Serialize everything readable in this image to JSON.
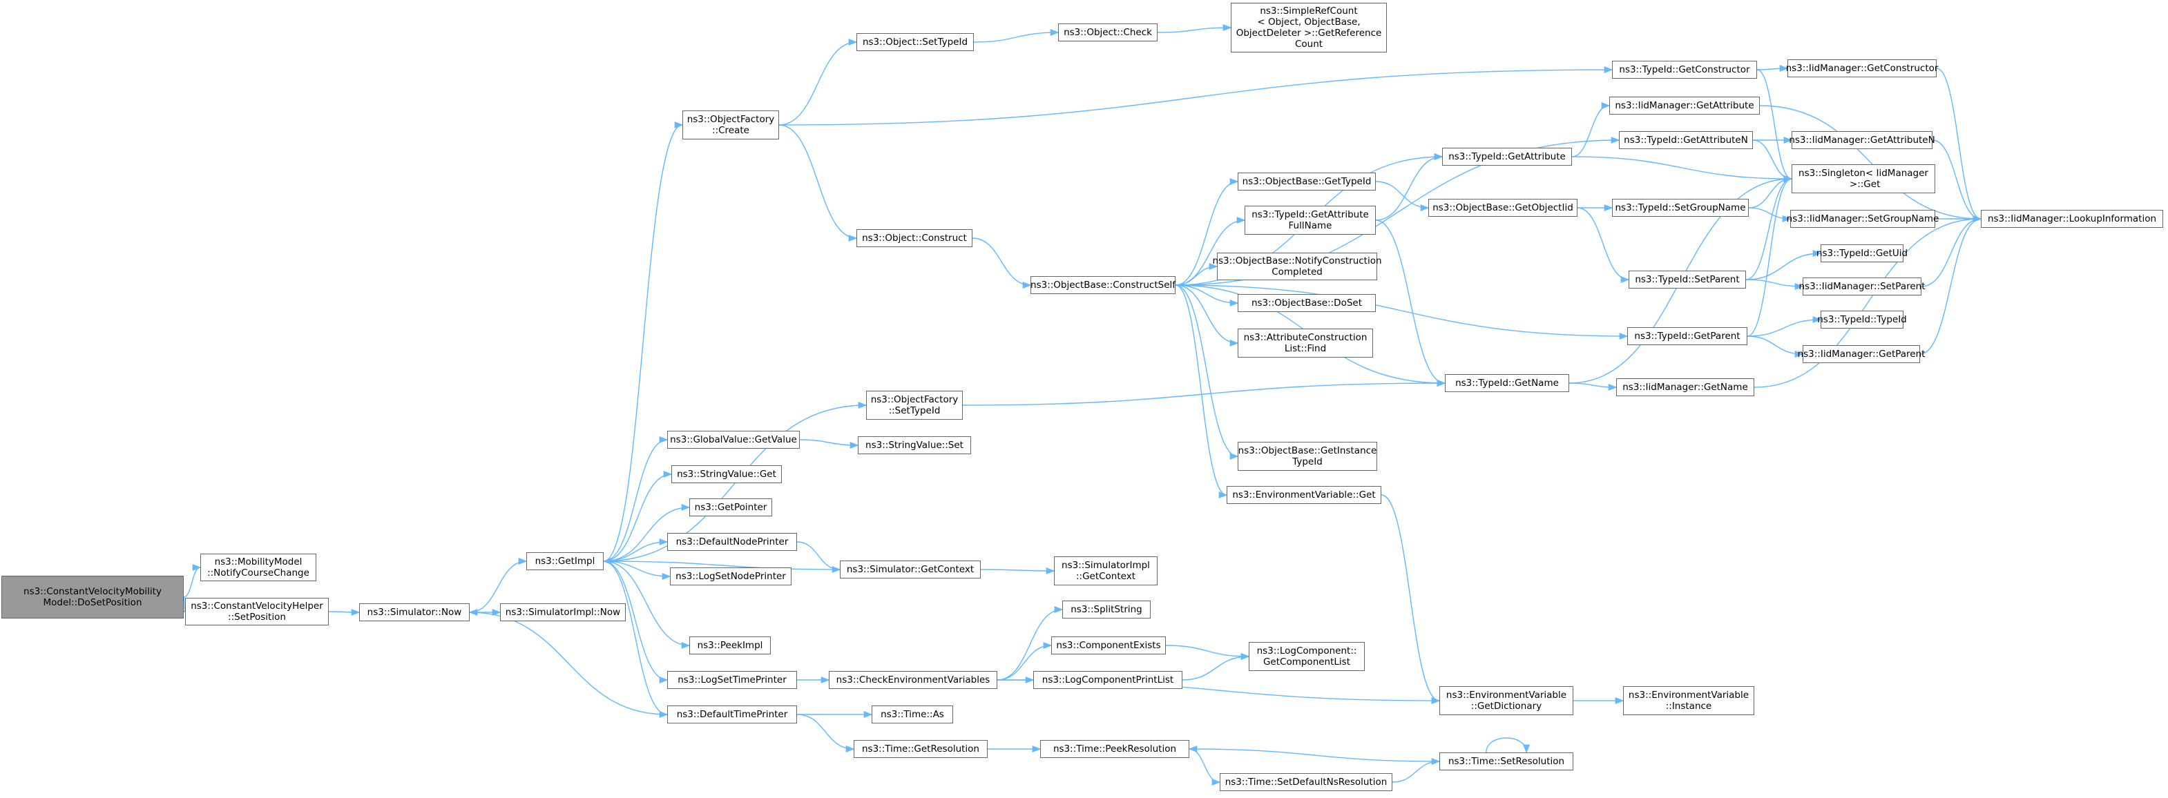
{
  "colors": {
    "edge": "#63b8ff",
    "node_border": "#666666",
    "root_fill": "#999999"
  },
  "nodes": [
    {
      "id": "root",
      "label": "ns3::ConstantVelocityMobility\nModel::DoSetPosition",
      "root": true
    },
    {
      "id": "mmncc",
      "label": "ns3::MobilityModel\n::NotifyCourseChange"
    },
    {
      "id": "cvhsp",
      "label": "ns3::ConstantVelocityHelper\n::SetPosition"
    },
    {
      "id": "simnow",
      "label": "ns3::Simulator::Now"
    },
    {
      "id": "simimplnow",
      "label": "ns3::SimulatorImpl::Now"
    },
    {
      "id": "getimpl",
      "label": "ns3::GetImpl"
    },
    {
      "id": "ofcreate",
      "label": "ns3::ObjectFactory\n::Create"
    },
    {
      "id": "objsettypeid",
      "label": "ns3::Object::SetTypeId"
    },
    {
      "id": "objcheck",
      "label": "ns3::Object::Check"
    },
    {
      "id": "srcref",
      "label": "ns3::SimpleRefCount\n< Object, ObjectBase,\nObjectDeleter >::GetReference\nCount"
    },
    {
      "id": "objconstruct",
      "label": "ns3::Object::Construct"
    },
    {
      "id": "obconstructself",
      "label": "ns3::ObjectBase::ConstructSelf"
    },
    {
      "id": "obgettypeid",
      "label": "ns3::ObjectBase::GetTypeId"
    },
    {
      "id": "tidgetattrfull",
      "label": "ns3::TypeId::GetAttribute\nFullName"
    },
    {
      "id": "obnotify",
      "label": "ns3::ObjectBase::NotifyConstruction\nCompleted"
    },
    {
      "id": "obdoset",
      "label": "ns3::ObjectBase::DoSet"
    },
    {
      "id": "aclfind",
      "label": "ns3::AttributeConstruction\nList::Find"
    },
    {
      "id": "obgetinst",
      "label": "ns3::ObjectBase::GetInstance\nTypeId"
    },
    {
      "id": "envget",
      "label": "ns3::EnvironmentVariable::Get"
    },
    {
      "id": "tidgetconstructor",
      "label": "ns3::TypeId::GetConstructor"
    },
    {
      "id": "iidgetconstructor",
      "label": "ns3::IidManager::GetConstructor"
    },
    {
      "id": "iidgetattr",
      "label": "ns3::IidManager::GetAttribute"
    },
    {
      "id": "tidgetattrn",
      "label": "ns3::TypeId::GetAttributeN"
    },
    {
      "id": "iidgetattrn",
      "label": "ns3::IidManager::GetAttributeN"
    },
    {
      "id": "tidgetattr",
      "label": "ns3::TypeId::GetAttribute"
    },
    {
      "id": "singleton",
      "label": "ns3::Singleton< IidManager\n >::Get"
    },
    {
      "id": "obgetobjectiid",
      "label": "ns3::ObjectBase::GetObjectIid"
    },
    {
      "id": "tidsetgroup",
      "label": "ns3::TypeId::SetGroupName"
    },
    {
      "id": "iidsetgroup",
      "label": "ns3::IidManager::SetGroupName"
    },
    {
      "id": "iidlookup",
      "label": "ns3::IidManager::LookupInformation"
    },
    {
      "id": "tidgetuid",
      "label": "ns3::TypeId::GetUid"
    },
    {
      "id": "tidsetparent",
      "label": "ns3::TypeId::SetParent"
    },
    {
      "id": "iidsetparent",
      "label": "ns3::IidManager::SetParent"
    },
    {
      "id": "tidtypeid",
      "label": "ns3::TypeId::TypeId"
    },
    {
      "id": "tidgetparent",
      "label": "ns3::TypeId::GetParent"
    },
    {
      "id": "iidgetparent",
      "label": "ns3::IidManager::GetParent"
    },
    {
      "id": "tidgetname",
      "label": "ns3::TypeId::GetName"
    },
    {
      "id": "iidgetname",
      "label": "ns3::IidManager::GetName"
    },
    {
      "id": "ofsettypeid",
      "label": "ns3::ObjectFactory\n::SetTypeId"
    },
    {
      "id": "gvgetvalue",
      "label": "ns3::GlobalValue::GetValue"
    },
    {
      "id": "svset",
      "label": "ns3::StringValue::Set"
    },
    {
      "id": "svget",
      "label": "ns3::StringValue::Get"
    },
    {
      "id": "getpointer",
      "label": "ns3::GetPointer"
    },
    {
      "id": "defnodeprinter",
      "label": "ns3::DefaultNodePrinter"
    },
    {
      "id": "logsetnodeprinter",
      "label": "ns3::LogSetNodePrinter"
    },
    {
      "id": "simgetcontext",
      "label": "ns3::Simulator::GetContext"
    },
    {
      "id": "simimplgetcontext",
      "label": "ns3::SimulatorImpl\n::GetContext"
    },
    {
      "id": "peekimpl",
      "label": "ns3::PeekImpl"
    },
    {
      "id": "logsettimeprinter",
      "label": "ns3::LogSetTimePrinter"
    },
    {
      "id": "checkenv",
      "label": "ns3::CheckEnvironmentVariables"
    },
    {
      "id": "splitstring",
      "label": "ns3::SplitString"
    },
    {
      "id": "compexists",
      "label": "ns3::ComponentExists"
    },
    {
      "id": "logcomplist",
      "label": "ns3::LogComponent::\nGetComponentList"
    },
    {
      "id": "logcompprintlist",
      "label": "ns3::LogComponentPrintList"
    },
    {
      "id": "envgetdict",
      "label": "ns3::EnvironmentVariable\n::GetDictionary"
    },
    {
      "id": "envinstance",
      "label": "ns3::EnvironmentVariable\n::Instance"
    },
    {
      "id": "deftimeprinter",
      "label": "ns3::DefaultTimePrinter"
    },
    {
      "id": "timeas",
      "label": "ns3::Time::As"
    },
    {
      "id": "timegetres",
      "label": "ns3::Time::GetResolution"
    },
    {
      "id": "timepeekres",
      "label": "ns3::Time::PeekResolution"
    },
    {
      "id": "timesetres",
      "label": "ns3::Time::SetResolution"
    },
    {
      "id": "timesetdefns",
      "label": "ns3::Time::SetDefaultNsResolution"
    }
  ],
  "edges": [
    [
      "root",
      "mmncc"
    ],
    [
      "root",
      "cvhsp"
    ],
    [
      "cvhsp",
      "simnow"
    ],
    [
      "simnow",
      "simimplnow"
    ],
    [
      "simnow",
      "getimpl"
    ],
    [
      "getimpl",
      "ofcreate"
    ],
    [
      "getimpl",
      "ofsettypeid"
    ],
    [
      "getimpl",
      "gvgetvalue"
    ],
    [
      "getimpl",
      "svget"
    ],
    [
      "getimpl",
      "getpointer"
    ],
    [
      "getimpl",
      "defnodeprinter"
    ],
    [
      "getimpl",
      "logsetnodeprinter"
    ],
    [
      "getimpl",
      "peekimpl"
    ],
    [
      "getimpl",
      "logsettimeprinter"
    ],
    [
      "getimpl",
      "deftimeprinter"
    ],
    [
      "ofcreate",
      "objsettypeid"
    ],
    [
      "objsettypeid",
      "objcheck"
    ],
    [
      "objcheck",
      "srcref"
    ],
    [
      "ofcreate",
      "objconstruct"
    ],
    [
      "ofcreate",
      "tidgetconstructor"
    ],
    [
      "objconstruct",
      "obconstructself"
    ],
    [
      "obconstructself",
      "obgettypeid"
    ],
    [
      "obconstructself",
      "tidgetattrfull"
    ],
    [
      "obconstructself",
      "obnotify"
    ],
    [
      "obconstructself",
      "obdoset"
    ],
    [
      "obconstructself",
      "aclfind"
    ],
    [
      "obconstructself",
      "obgetinst"
    ],
    [
      "obconstructself",
      "envget"
    ],
    [
      "obconstructself",
      "tidgetattr"
    ],
    [
      "obconstructself",
      "tidgetattrn"
    ],
    [
      "obconstructself",
      "tidgetname"
    ],
    [
      "obconstructself",
      "tidgetparent"
    ],
    [
      "obgettypeid",
      "obgetobjectiid"
    ],
    [
      "tidgetattrfull",
      "tidgetattr"
    ],
    [
      "tidgetattrfull",
      "tidgetname"
    ],
    [
      "tidgetconstructor",
      "iidgetconstructor"
    ],
    [
      "tidgetconstructor",
      "singleton"
    ],
    [
      "iidgetconstructor",
      "iidlookup"
    ],
    [
      "tidgetattr",
      "iidgetattr"
    ],
    [
      "tidgetattr",
      "singleton"
    ],
    [
      "iidgetattr",
      "iidlookup"
    ],
    [
      "tidgetattrn",
      "iidgetattrn"
    ],
    [
      "tidgetattrn",
      "singleton"
    ],
    [
      "iidgetattrn",
      "iidlookup"
    ],
    [
      "obgetobjectiid",
      "tidsetgroup"
    ],
    [
      "obgetobjectiid",
      "tidsetparent"
    ],
    [
      "tidsetgroup",
      "iidsetgroup"
    ],
    [
      "tidsetgroup",
      "singleton"
    ],
    [
      "iidsetgroup",
      "iidlookup"
    ],
    [
      "tidsetparent",
      "tidgetuid"
    ],
    [
      "tidsetparent",
      "iidsetparent"
    ],
    [
      "tidsetparent",
      "singleton"
    ],
    [
      "iidsetparent",
      "iidlookup"
    ],
    [
      "tidgetparent",
      "tidtypeid"
    ],
    [
      "tidgetparent",
      "iidgetparent"
    ],
    [
      "tidgetparent",
      "singleton"
    ],
    [
      "iidgetparent",
      "iidlookup"
    ],
    [
      "tidgetname",
      "iidgetname"
    ],
    [
      "tidgetname",
      "singleton"
    ],
    [
      "iidgetname",
      "iidlookup"
    ],
    [
      "ofsettypeid",
      "tidgetname"
    ],
    [
      "gvgetvalue",
      "svset"
    ],
    [
      "defnodeprinter",
      "simgetcontext"
    ],
    [
      "simgetcontext",
      "simimplgetcontext"
    ],
    [
      "simgetcontext",
      "getimpl"
    ],
    [
      "logsettimeprinter",
      "checkenv"
    ],
    [
      "checkenv",
      "splitstring"
    ],
    [
      "checkenv",
      "compexists"
    ],
    [
      "checkenv",
      "logcompprintlist"
    ],
    [
      "checkenv",
      "envgetdict"
    ],
    [
      "compexists",
      "logcomplist"
    ],
    [
      "logcompprintlist",
      "logcomplist"
    ],
    [
      "envget",
      "envgetdict"
    ],
    [
      "envgetdict",
      "envinstance"
    ],
    [
      "deftimeprinter",
      "timeas"
    ],
    [
      "deftimeprinter",
      "timegetres"
    ],
    [
      "deftimeprinter",
      "simnow"
    ],
    [
      "timegetres",
      "timepeekres"
    ],
    [
      "timepeekres",
      "timesetdefns"
    ],
    [
      "timesetdefns",
      "timesetres"
    ],
    [
      "timesetres",
      "timepeekres"
    ],
    [
      "timesetres",
      "timesetres"
    ]
  ]
}
